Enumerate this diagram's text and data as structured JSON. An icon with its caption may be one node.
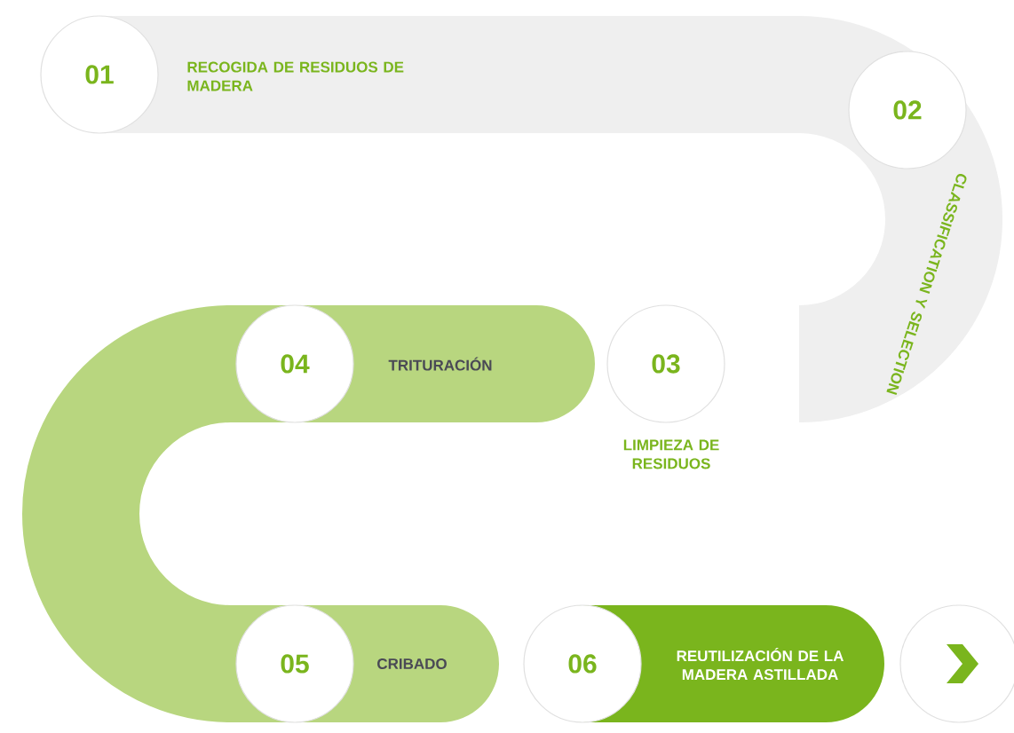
{
  "diagram": {
    "nodes": [
      {
        "text": [
          "01",
          "RECOGIDA DE RESIDUOS DE MADERA"
        ]
      },
      {
        "text": [
          "02",
          "CLASSIFICATION Y SELECTION"
        ]
      },
      {
        "text": [
          "03",
          "LIMPIEZA DE RESIDUOS"
        ]
      },
      {
        "text": [
          "04",
          "TRITURACIÓN"
        ]
      },
      {
        "text": [
          "05",
          "CRIBADO"
        ]
      },
      {
        "text": [
          "06",
          "REUTILIZACIÓN DE LA MADERA ASTILLADA"
        ]
      },
      {
        "text": [],
        "shape": "circle"
      }
    ]
  }
}
